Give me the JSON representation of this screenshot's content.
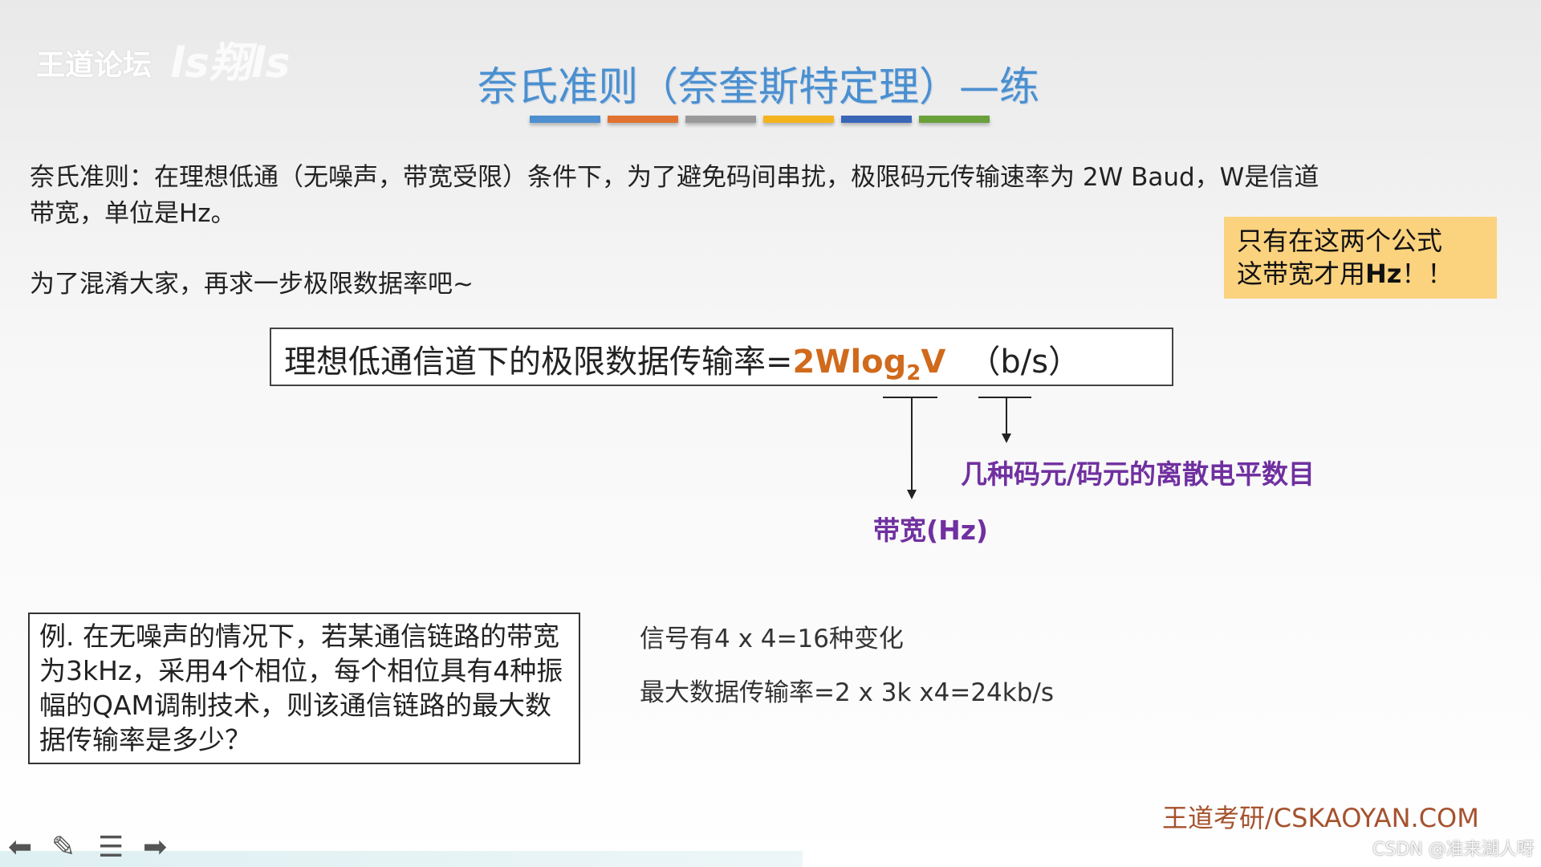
{
  "watermark": {
    "logo": "王道论坛",
    "logo_art": "ls翔ls",
    "footer": "王道考研/CSKAOYAN.COM",
    "csdn": "CSDN @准来湖人呀"
  },
  "title": "奈氏准则（奈奎斯特定理）—练",
  "bar_colors": [
    "#4e8fd0",
    "#e07232",
    "#9a9a9a",
    "#f4b41e",
    "#3a66b8",
    "#6aa03a"
  ],
  "paragraph": {
    "line1": "奈氏准则：在理想低通（无噪声，带宽受限）条件下，为了避免码间串扰，极限码元传输速率为 2W Baud，W是信道",
    "line2": "带宽，单位是Hz。",
    "line3": "为了混淆大家，再求一步极限数据率吧~"
  },
  "note": {
    "line1": "只有在这两个公式",
    "line2_prefix": "这带宽才用",
    "line2_bold": "Hz",
    "line2_suffix": "！！"
  },
  "formula": {
    "prefix": "理想低通信道下的极限数据传输率=",
    "expr_a": "2Wlog",
    "expr_sub": "2",
    "expr_b": "V",
    "unit": "（b/s）"
  },
  "annotations": {
    "levels": "几种码元/码元的离散电平数目",
    "bandwidth": "带宽(Hz)"
  },
  "example": "例. 在无噪声的情况下，若某通信链路的带宽为3kHz，采用4个相位，每个相位具有4种振幅的QAM调制技术，则该通信链路的最大数据传输率是多少？",
  "answer": {
    "line1": "信号有4 x 4=16种变化",
    "line2": "最大数据传输率=2 x 3k x4=24kb/s"
  },
  "nav_icons": [
    "arrow-left-icon",
    "pen-icon",
    "menu-icon",
    "arrow-right-icon"
  ]
}
